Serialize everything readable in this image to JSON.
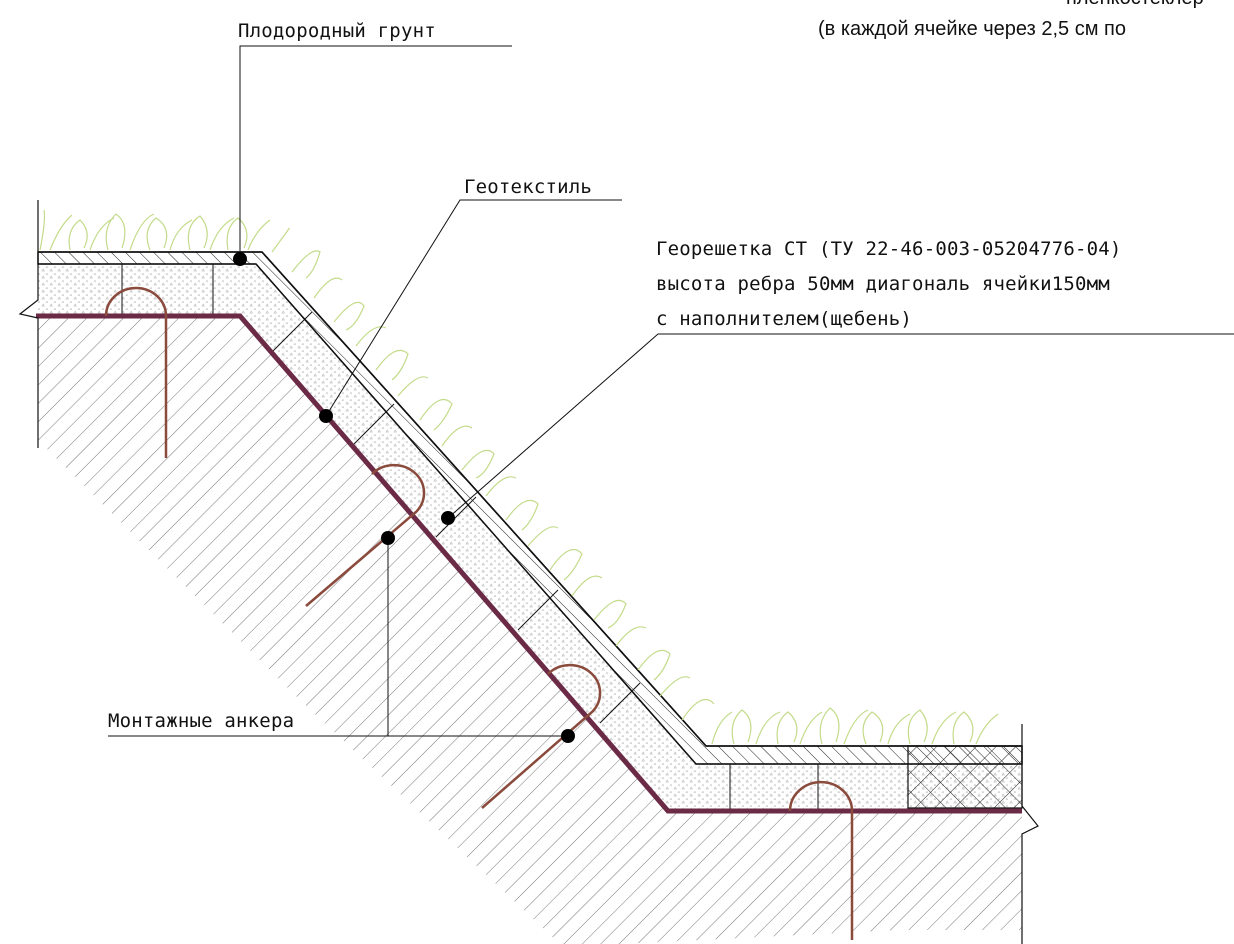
{
  "colors": {
    "anchor": "#8a4a3c",
    "geomembrane": "#6b2a45",
    "grass": "#c3db8a",
    "line": "#111111",
    "hatch": "#666666",
    "fill_dots": "#bdbdbd"
  },
  "labels": {
    "top_right_1": "пленкостеклер",
    "top_right_2": "(в каждой ячейке через 2,5 см по",
    "fertile_soil": "Плодородный грунт",
    "geotextile": "Геотекстиль",
    "geogrid_1": "Георешетка СТ (ТУ 22-46-003-05204776-04)",
    "geogrid_2": "высота ребра 50мм диагональ ячейки150мм",
    "geogrid_3": "с наполнителем(щебень)",
    "anchors": "Монтажные анкера"
  }
}
